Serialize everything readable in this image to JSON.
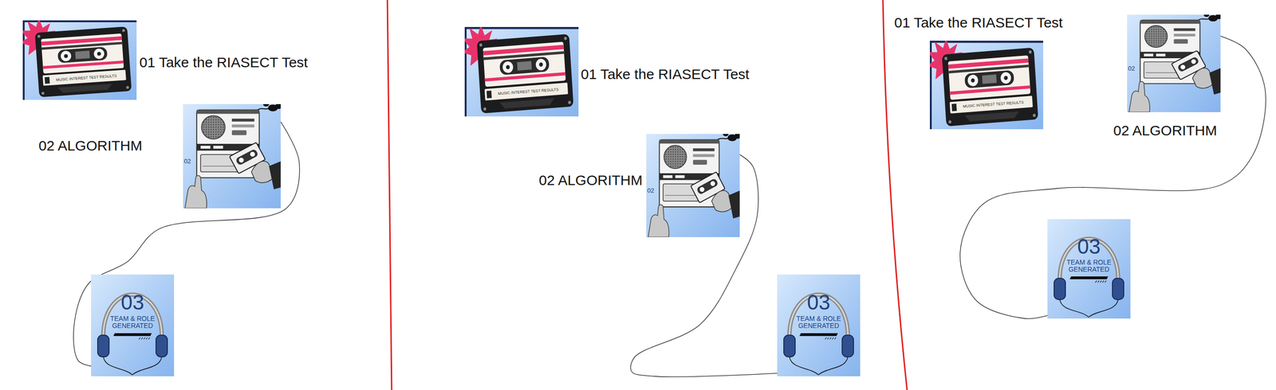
{
  "diagram": {
    "nodes": [
      {
        "text": [
          "01 Take the RIASECT Test",
          "MUSIC INTEREST TEST RESULTS"
        ]
      },
      {
        "text": [
          "02 ALGORITHM",
          "02"
        ]
      },
      {
        "text": [
          "03",
          "TEAM & ROLE GENERATED"
        ]
      },
      {
        "text": [
          "01 Take the RIASECT Test",
          "MUSIC INTEREST TEST RESULTS"
        ]
      },
      {
        "text": [
          "02 ALGORITHM",
          "02"
        ]
      },
      {
        "text": [
          "03",
          "TEAM & ROLE GENERATED"
        ]
      },
      {
        "text": [
          "01 Take the RIASECT Test",
          "MUSIC INTEREST TEST RESULTS"
        ]
      },
      {
        "text": [
          "02 ALGORITHM",
          "02"
        ]
      },
      {
        "text": [
          "03",
          "TEAM & ROLE GENERATED"
        ]
      }
    ],
    "edges": [
      {
        "from": 1,
        "to": 2,
        "arrow": "none"
      },
      {
        "from": 4,
        "to": 5,
        "arrow": "none"
      },
      {
        "from": 7,
        "to": 8,
        "arrow": "none"
      }
    ]
  }
}
